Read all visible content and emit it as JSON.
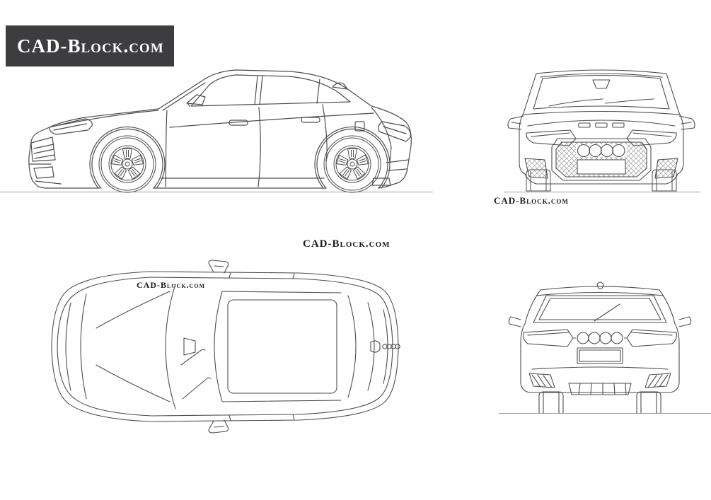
{
  "page": {
    "background": "#ffffff",
    "line_color": "#4d4d4d",
    "ground_line_color": "#9a9a9a"
  },
  "banner": {
    "text": "CAD-Block.com",
    "background": "#3d3d40",
    "text_color": "#ffffff"
  },
  "watermarks": {
    "under_front_view": "CAD-Block.com",
    "center": "CAD-Block.com",
    "on_top_view": "CAD-Block.com"
  },
  "views": {
    "side": "side-view",
    "front": "front-view",
    "top": "top-view",
    "rear": "rear-view"
  }
}
